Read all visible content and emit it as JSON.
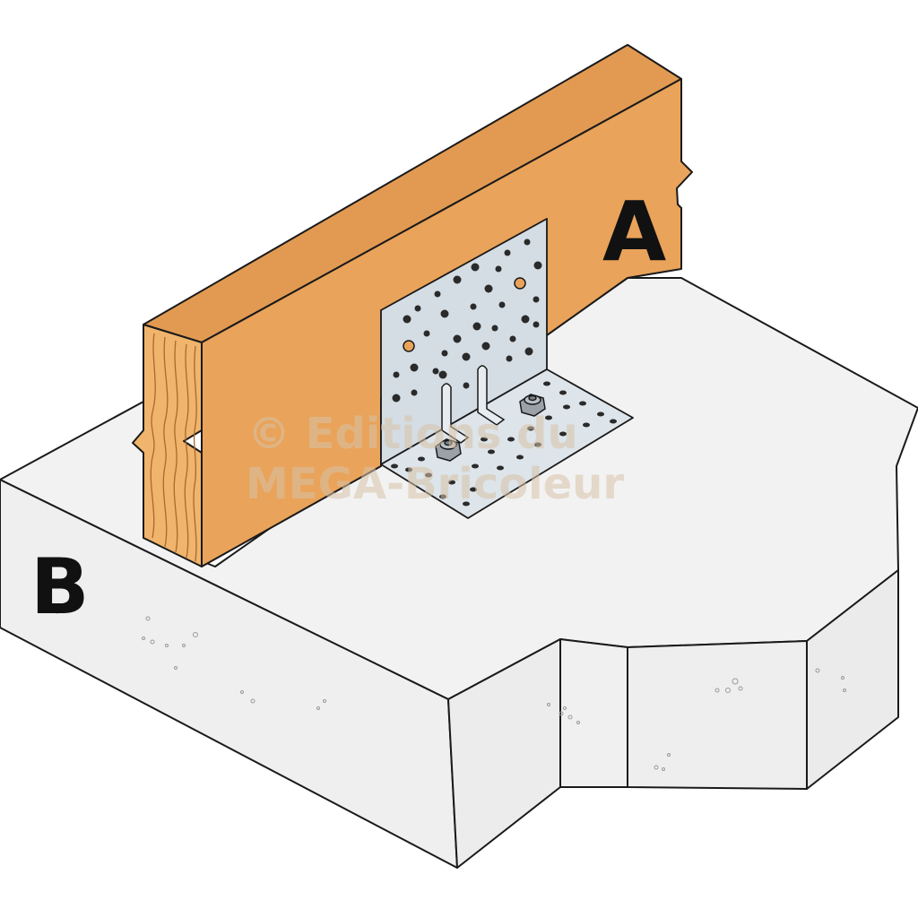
{
  "labels": {
    "timber": "A",
    "slab": "B"
  },
  "watermark": {
    "line1": "© Editions du",
    "line2": "MEGA-Bricoleur"
  },
  "colors": {
    "timber": "#e9a35a",
    "timber_end": "#f0b46c",
    "grain": "#b9773b",
    "concrete": "#f2f2f2",
    "concrete_side": "#eeeeee",
    "bracket": "#d4dde4",
    "outline": "#1a1a1a"
  }
}
